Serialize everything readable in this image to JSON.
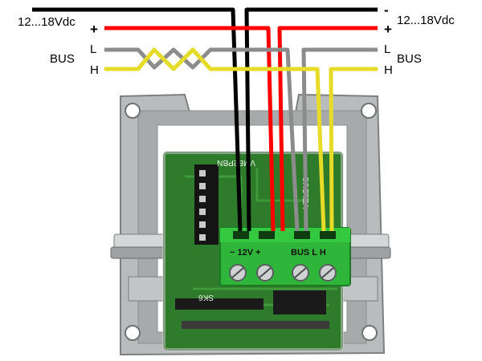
{
  "left_labels": {
    "voltage": "12...18Vdc",
    "minus": "-",
    "plus": "+",
    "bus": "BUS",
    "bus_l": "L",
    "bus_h": "H"
  },
  "right_labels": {
    "voltage": "12...18Vdc",
    "minus": "-",
    "plus": "+",
    "bus": "BUS",
    "bus_l": "L",
    "bus_h": "H"
  },
  "board": {
    "silk_top": "VMB2PBN",
    "silk_side": "VELBUS",
    "silk_bottom": "SK6",
    "term_power": "− 12V +",
    "term_bus": "BUS L   H"
  },
  "wire_colors": {
    "minus": "#000000",
    "plus": "#ff0000",
    "bus_l": "#8c8c8c",
    "bus_h": "#e6dc28"
  }
}
